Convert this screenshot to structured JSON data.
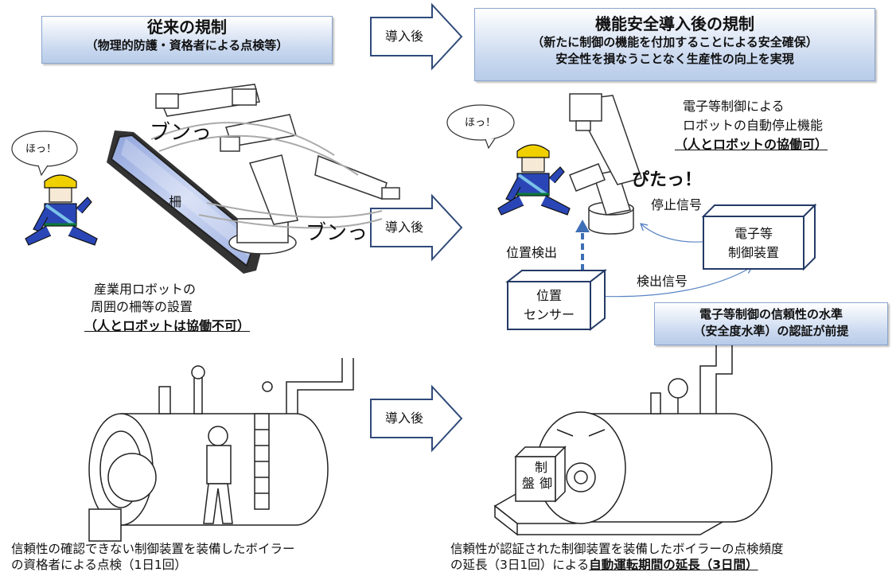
{
  "before_banner": {
    "title": "従来の規制",
    "subtitle": "（物理的防護・資格者による点検等）"
  },
  "after_banner": {
    "title": "機能安全導入後の規制",
    "line1": "（新たに制御の機能を付加することによる安全確保）",
    "line2": "安全性を損なうことなく生産性の向上を実現"
  },
  "arrow_label": "導入後",
  "robot_before": {
    "speech": "ほっ！",
    "sound": "ブンっ",
    "fence_label": "柵",
    "caption_line1": "産業用ロボットの",
    "caption_line2": "周囲の柵等の設置",
    "caption_line3": "（人とロボットは協働不可）"
  },
  "robot_after": {
    "speech": "ほっ！",
    "stop_sound": "ぴたっ！",
    "desc_line1": "電子等制御による",
    "desc_line2": "ロボットの自動停止機能",
    "desc_line3": "（人とロボットの協働可）",
    "stop_signal": "停止信号",
    "controller_line1": "電子等",
    "controller_line2": "制御装置",
    "position_detect": "位置検出",
    "detect_signal": "検出信号",
    "sensor_line1": "位置",
    "sensor_line2": "センサー"
  },
  "certification_banner": {
    "line1": "電子等制御の信頼性の水準",
    "line2": "（安全度水準）の認証が前提"
  },
  "boiler_before": {
    "caption_line1": "信頼性の確認できない制御装置を装備したボイラー",
    "caption_line2": "の資格者による点検（1日1回）"
  },
  "boiler_after": {
    "panel_label_1": "制",
    "panel_label_2": "御",
    "panel_label_3": "盤",
    "caption_line1": "信頼性が認証された制御装置を装備したボイラーの点検頻度",
    "caption_line2_prefix": "の延長（3日1回）による",
    "caption_line2_emph": "自動運転期間の延長（3日間）"
  },
  "colors": {
    "banner_border": "#8aa6cf",
    "arrow_stroke": "#2f4a7a",
    "box_stroke": "#243a66",
    "dashed_arrow": "#3f6fb5",
    "worker_blue": "#2a46b6",
    "helmet": "#f0d000"
  }
}
